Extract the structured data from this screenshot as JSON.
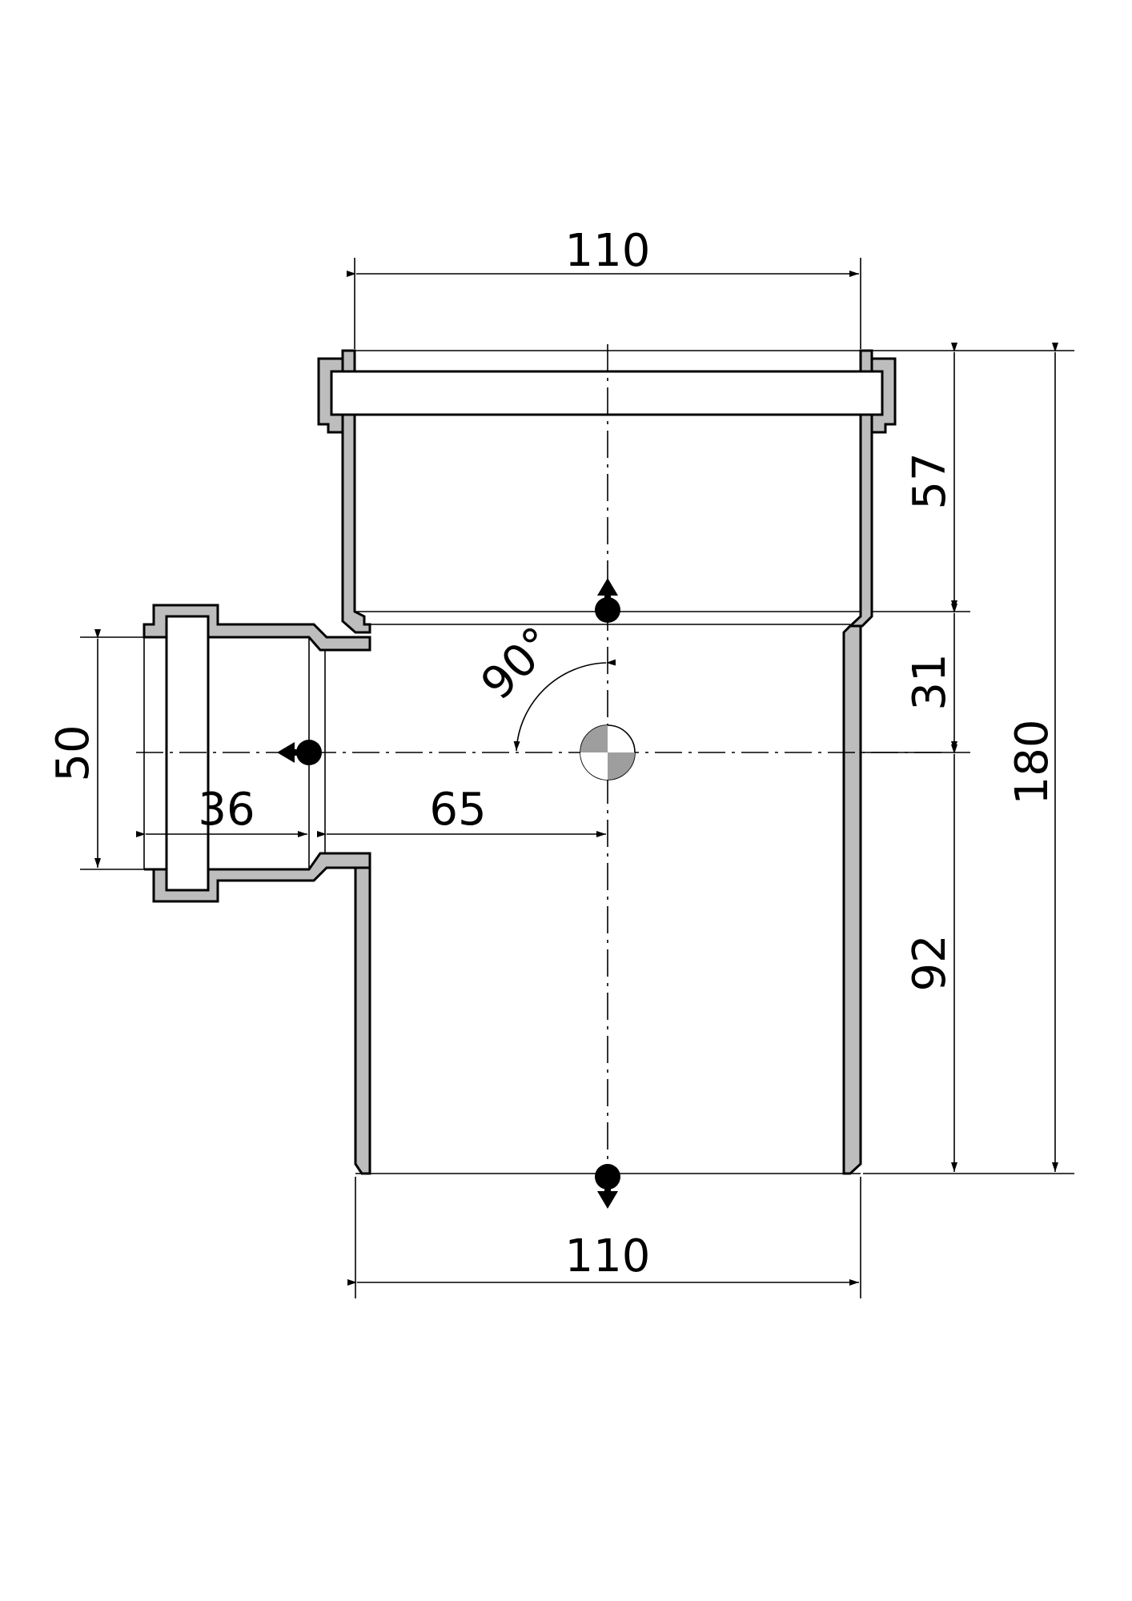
{
  "dimensions": {
    "top_width": "110",
    "bottom_width": "110",
    "socket_depth": "57",
    "branch_offset": "31",
    "lower_length": "92",
    "total_height": "180",
    "branch_diameter": "50",
    "branch_socket": "36",
    "branch_reach": "65",
    "angle": "90°"
  },
  "colors": {
    "wall": "#bdbdbd",
    "line": "#000000",
    "background": "#ffffff"
  },
  "icons": {
    "flow_markers": [
      "arrow-up-drop-icon",
      "arrow-down-drop-icon",
      "arrow-left-drop-icon"
    ],
    "center_mark": "quadrant-center-icon"
  }
}
